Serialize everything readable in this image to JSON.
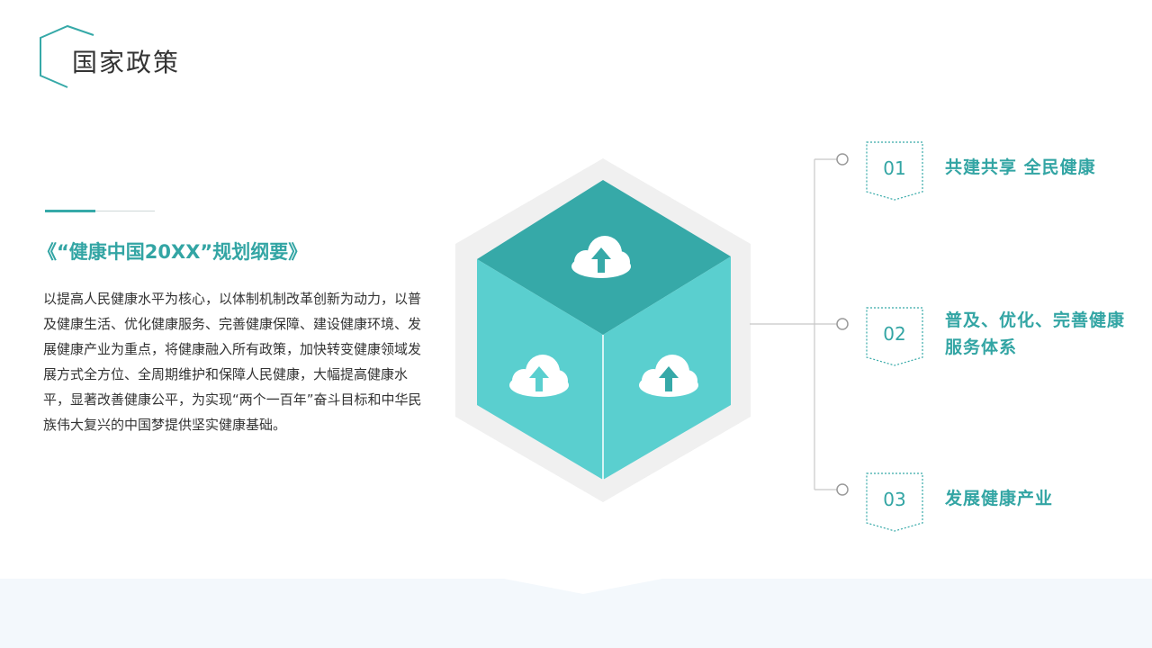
{
  "header": {
    "title": "国家政策"
  },
  "policy": {
    "title": "《“健康中国20XX”规划纲要》",
    "body": "以提高人民健康水平为核心，以体制机制改革创新为动力，以普及健康生活、优化健康服务、完善健康保障、建设健康环境、发展健康产业为重点，将健康融入所有政策，加快转变健康领域发展方式全方位、全周期维护和保障人民健康，大幅提高健康水平，显著改善健康公平，为实现“两个一百年”奋斗目标和中华民族伟大复兴的中国梦提供坚实健康基础。"
  },
  "items": [
    {
      "num": "01",
      "label": "共建共享 全民健康"
    },
    {
      "num": "02",
      "label": "普及、优化、完善健康服务体系"
    },
    {
      "num": "03",
      "label": "发展健康产业"
    }
  ],
  "icons": {
    "cube_faces": "cloud-upload-icon"
  },
  "colors": {
    "accent": "#36A9A8",
    "cube_top": "#36A9A8",
    "cube_side": "#5ACFCF",
    "hex_background": "#F0F0F0",
    "text": "#333333"
  }
}
